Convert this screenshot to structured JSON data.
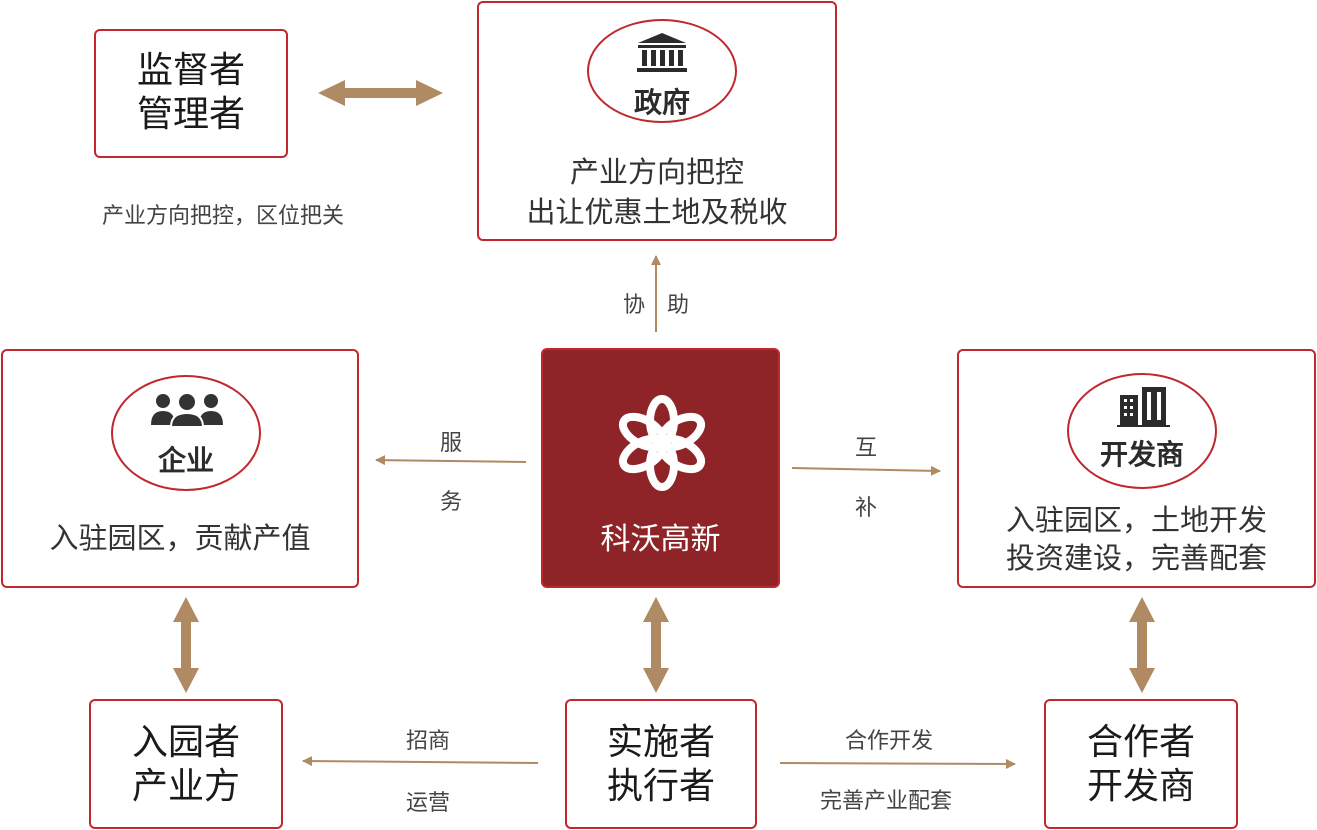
{
  "supervisor": {
    "line1": "监督者",
    "line2": "管理者"
  },
  "gov_note": "产业方向把控，区位把关",
  "government": {
    "badge": "政府",
    "icon": "government-building-icon",
    "line1": "产业方向把控",
    "line2": "出让优惠土地及税收"
  },
  "center": {
    "name": "科沃高新",
    "logo": "kewo-logo-icon"
  },
  "enterprise": {
    "badge": "企业",
    "icon": "people-group-icon",
    "desc": "入驻园区，贡献产值"
  },
  "developer": {
    "badge": "开发商",
    "icon": "buildings-icon",
    "line1": "入驻园区，土地开发",
    "line2": "投资建设，完善配套"
  },
  "settler": {
    "line1": "入园者",
    "line2": "产业方"
  },
  "executor": {
    "line1": "实施者",
    "line2": "执行者"
  },
  "partner": {
    "line1": "合作者",
    "line2": "开发商"
  },
  "labels": {
    "assist_1": "协",
    "assist_2": "助",
    "service_1": "服",
    "service_2": "务",
    "mutual_1": "互",
    "mutual_2": "补",
    "recruit": "招商",
    "operate": "运营",
    "coop_dev": "合作开发",
    "improve": "完善产业配套"
  },
  "colors": {
    "border": "#c0282d",
    "center_fill": "#8e2428",
    "arrow": "#b08a63"
  }
}
